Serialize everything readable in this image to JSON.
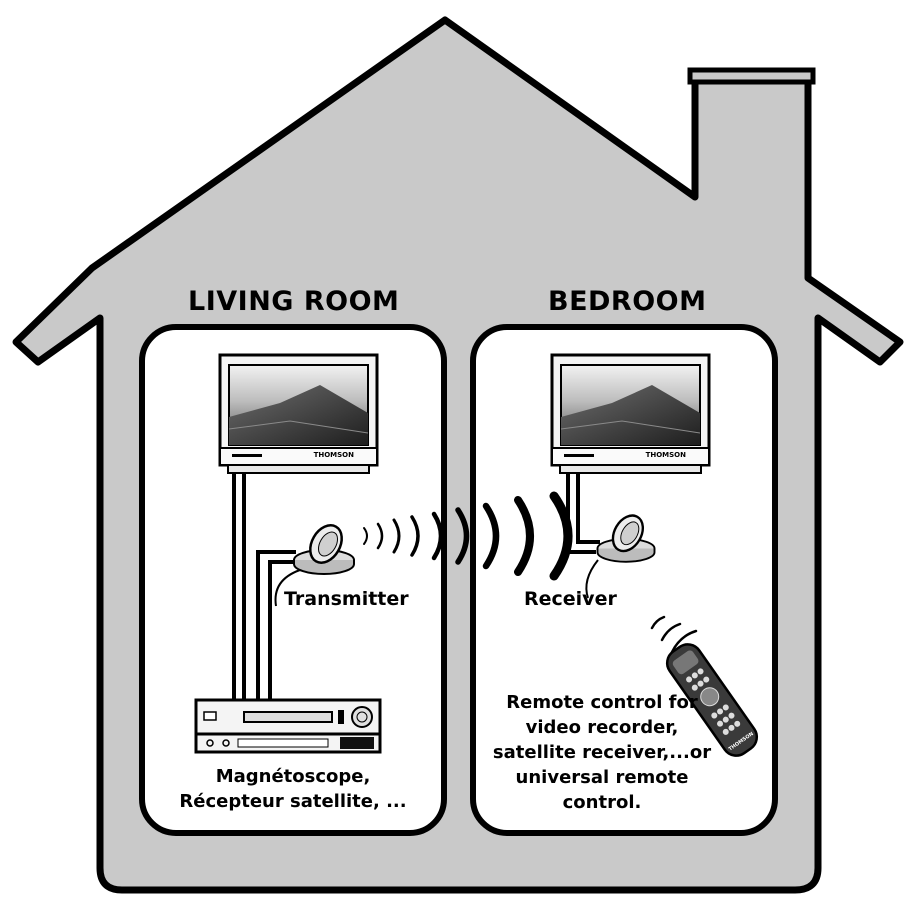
{
  "rooms": {
    "living": {
      "title": "LIVING ROOM",
      "source_caption": [
        "Magnétoscope,",
        "Récepteur satellite, ..."
      ]
    },
    "bedroom": {
      "title": "BEDROOM",
      "remote_caption": [
        "Remote control for",
        "video recorder,",
        "satellite receiver,...or",
        "universal remote",
        "control."
      ]
    }
  },
  "devices": {
    "transmitter": "Transmitter",
    "receiver": "Receiver",
    "tv_brand": "THOMSON",
    "remote_brand": "THOMSON"
  },
  "colors": {
    "house_fill": "#c9c9c9",
    "room_fill": "#ffffff",
    "outline": "#000000"
  }
}
